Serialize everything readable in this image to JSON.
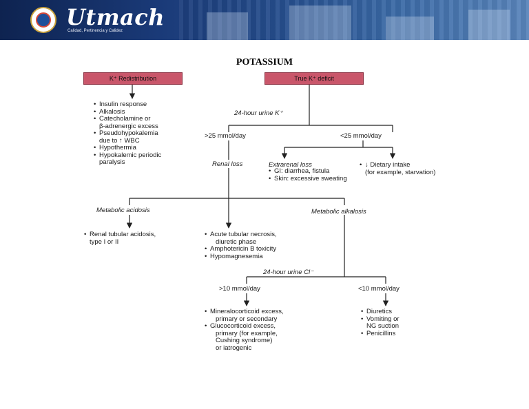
{
  "header": {
    "brand": "Utmach",
    "tagline": "Calidad, Pertinencia y Calidez"
  },
  "title": "POTASSIUM",
  "diagram": {
    "redistribution": {
      "label": "K⁺ Redistribution",
      "causes": [
        "Insulin response",
        "Alkalosis",
        "Catecholamine or",
        "β-adrenergic excess",
        "Pseudohypokalemia",
        "due to ↑ WBC",
        "Hypothermia",
        "Hypokalemic periodic",
        "paralysis"
      ]
    },
    "deficit": {
      "label": "True K⁺ deficit"
    },
    "urine_k": "24-hour urine K⁺",
    "gt25": ">25 mmol/day",
    "lt25": "<25 mmol/day",
    "renal_loss": "Renal loss",
    "extrarenal": {
      "title": "Extrarenal loss",
      "items": [
        "GI: diarrhea, fistula",
        "Skin: excessive sweating"
      ]
    },
    "dietary": [
      "↓ Dietary intake",
      "(for example, starvation)"
    ],
    "metabolic_acidosis": "Metabolic acidosis",
    "metabolic_alkalosis": "Metabolic alkalosis",
    "rta": [
      "Renal tubular acidosis,",
      "type I or II"
    ],
    "atn": [
      "Acute tubular necrosis,",
      "diuretic phase",
      "Amphotericin B toxicity",
      "Hypomagnesemia"
    ],
    "urine_cl": "24-hour urine Cl⁻",
    "gt10": ">10 mmol/day",
    "lt10": "<10 mmol/day",
    "mineral": [
      "Mineralocorticoid excess,",
      "primary or secondary",
      "Glucocorticoid excess,",
      "primary (for example,",
      "Cushing syndrome)",
      "or iatrogenic"
    ],
    "diuretics": [
      "Diuretics",
      "Vomiting or",
      "NG suction",
      "Penicillins"
    ]
  },
  "colors": {
    "box_fill": "#c9566a",
    "banner": "#1a3a78",
    "line": "#222222"
  }
}
